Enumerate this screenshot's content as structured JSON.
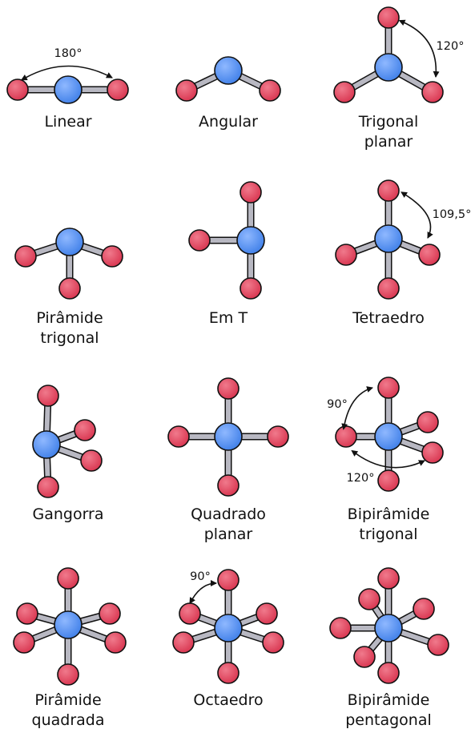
{
  "colors": {
    "central_atom": "#3f7fe8",
    "ligand_atom": "#d8344f",
    "bond": "#b8b8c2",
    "outline": "#111111"
  },
  "geometries": [
    {
      "id": "linear",
      "label_lines": [
        "Linear"
      ],
      "angle_labels": [
        "180°"
      ]
    },
    {
      "id": "angular",
      "label_lines": [
        "Angular"
      ],
      "angle_labels": []
    },
    {
      "id": "trigonal-planar",
      "label_lines": [
        "Trigonal",
        "planar"
      ],
      "angle_labels": [
        "120°"
      ]
    },
    {
      "id": "trigonal-pyramid",
      "label_lines": [
        "Pirâmide",
        "trigonal"
      ],
      "angle_labels": []
    },
    {
      "id": "t-shaped",
      "label_lines": [
        "Em T"
      ],
      "angle_labels": []
    },
    {
      "id": "tetrahedral",
      "label_lines": [
        "Tetraedro"
      ],
      "angle_labels": [
        "109,5°"
      ]
    },
    {
      "id": "seesaw",
      "label_lines": [
        "Gangorra"
      ],
      "angle_labels": []
    },
    {
      "id": "square-planar",
      "label_lines": [
        "Quadrado",
        "planar"
      ],
      "angle_labels": []
    },
    {
      "id": "trigonal-bipyramid",
      "label_lines": [
        "Bipirâmide",
        "trigonal"
      ],
      "angle_labels": [
        "90°",
        "120°"
      ]
    },
    {
      "id": "square-pyramid",
      "label_lines": [
        "Pirâmide",
        "quadrada"
      ],
      "angle_labels": []
    },
    {
      "id": "octahedral",
      "label_lines": [
        "Octaedro"
      ],
      "angle_labels": [
        "90°"
      ]
    },
    {
      "id": "pentagonal-bipyramid",
      "label_lines": [
        "Bipirâmide",
        "pentagonal"
      ],
      "angle_labels": []
    }
  ]
}
